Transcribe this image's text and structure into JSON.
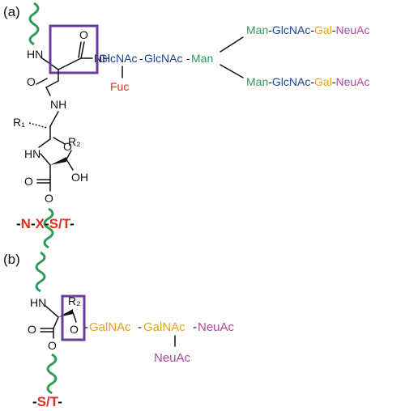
{
  "panel_a": {
    "label": "(a)",
    "chain_top": {
      "nh": "HN",
      "carbonyl_o": "O",
      "amide_nh": "NH"
    },
    "chain_mid": {
      "o1": "O",
      "nh": "NH",
      "r1": "R₁",
      "o2": "O",
      "hn": "HN",
      "r2": "R₂",
      "oh": "OH",
      "o3": "O",
      "ester_o": "O"
    },
    "glycan": {
      "glcnac1": "GlcNAc",
      "glcnac2": "GlcNAc",
      "man_core": "Man",
      "fuc": "Fuc",
      "branch_upper": [
        "Man",
        "GlcNAc",
        "Gal",
        "NeuAc"
      ],
      "branch_lower": [
        "Man",
        "GlcNAc",
        "Gal",
        "NeuAc"
      ]
    },
    "sequon": {
      "n": "N",
      "x": "X",
      "st": "S/T"
    }
  },
  "panel_b": {
    "label": "(b)",
    "chain": {
      "hn": "HN",
      "r2": "R₂",
      "o_link": "O",
      "carbonyl_o": "O",
      "ester_o": "O"
    },
    "glycan": {
      "galnac1": "GalNAc",
      "galnac2": "GalNAc",
      "neuac1": "NeuAc",
      "neuac2": "NeuAc"
    },
    "sequon": {
      "st": "S/T"
    }
  },
  "colors": {
    "backbone": "#2e9a5a",
    "glcnac": "#1f3f95",
    "man": "#2e9a5a",
    "gal": "#e6a419",
    "neuac": "#b0479b",
    "fuc": "#e0301e",
    "highlight": "#6a3d9a",
    "sequon": "#e0301e"
  }
}
